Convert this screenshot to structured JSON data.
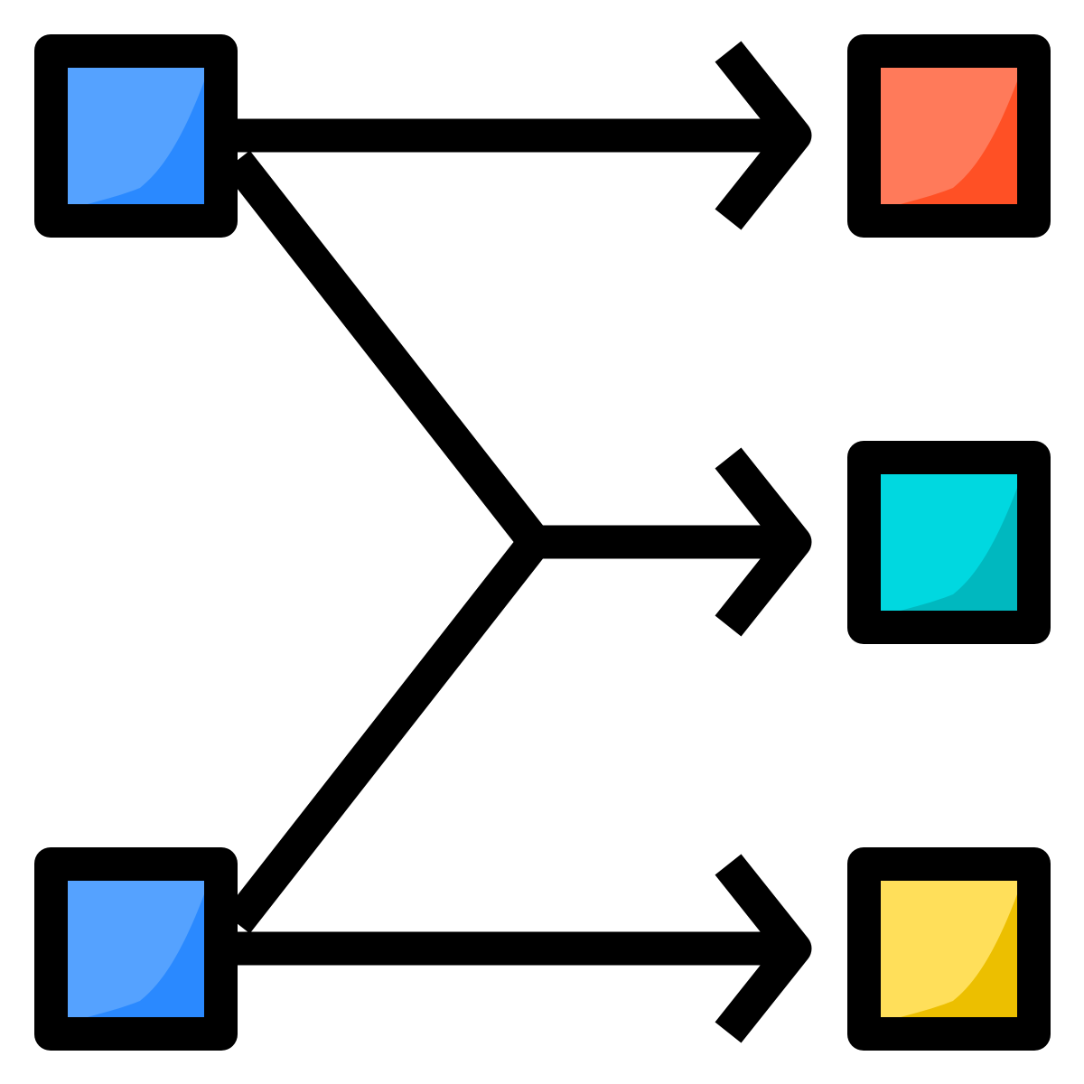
{
  "icon": "flow-diagram-icon",
  "colors": {
    "background": "#ffffff",
    "stroke": "#000000"
  },
  "nodes": [
    {
      "id": "source-top",
      "name": "source-node-top",
      "fill": "#55a2ff",
      "shade": "#2a89ff"
    },
    {
      "id": "source-bottom",
      "name": "source-node-bottom",
      "fill": "#55a2ff",
      "shade": "#2a89ff"
    },
    {
      "id": "target-top",
      "name": "target-node-top",
      "fill": "#ff7a5a",
      "shade": "#ff5025"
    },
    {
      "id": "target-middle",
      "name": "target-node-middle",
      "fill": "#00d8e0",
      "shade": "#00b8bf"
    },
    {
      "id": "target-bottom",
      "name": "target-node-bottom",
      "fill": "#ffdf5a",
      "shade": "#ecbf00"
    }
  ],
  "edges": [
    {
      "from": "source-top",
      "to": "target-top"
    },
    {
      "from": "source-top",
      "to": "target-middle"
    },
    {
      "from": "source-bottom",
      "to": "target-middle"
    },
    {
      "from": "source-bottom",
      "to": "target-bottom"
    }
  ]
}
